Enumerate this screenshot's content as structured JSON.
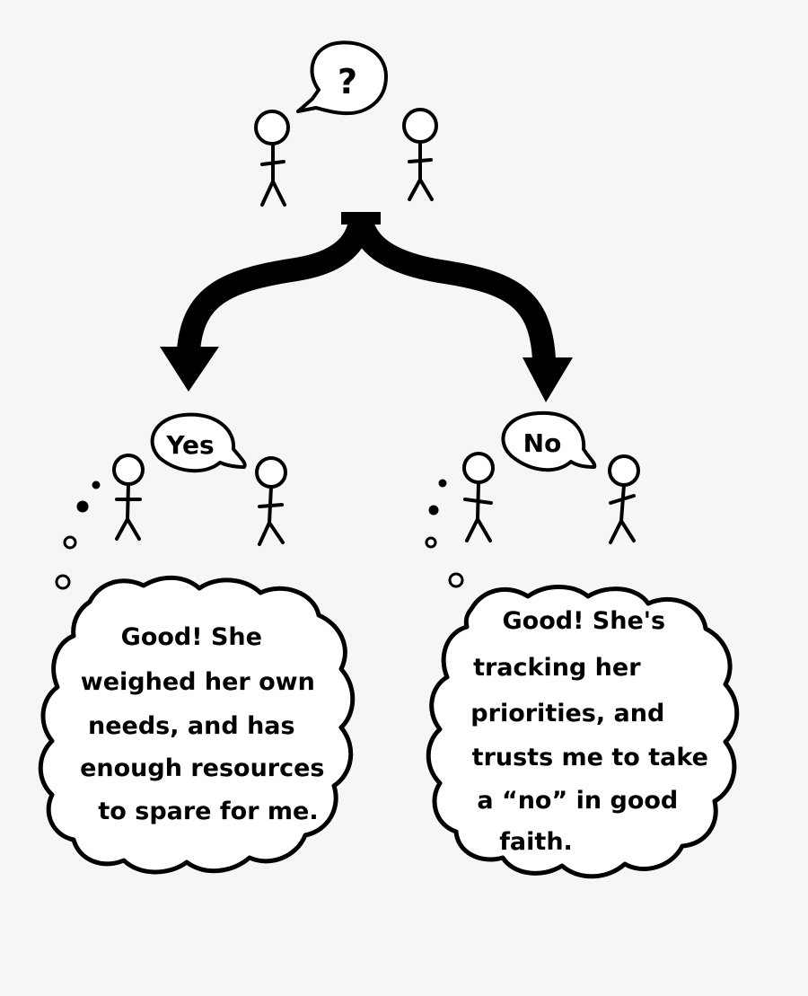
{
  "top": {
    "bubble_text": "?"
  },
  "left_branch": {
    "speech_text": "Yes",
    "thought_lines": [
      "Good! She",
      "weighed her own",
      "needs, and has",
      "enough resources",
      "to spare for me."
    ]
  },
  "right_branch": {
    "speech_text": "No",
    "thought_lines": [
      "Good! She's",
      "tracking her",
      "priorities, and",
      "trusts me to take",
      "a “no” in good",
      "faith."
    ]
  },
  "colors": {
    "ink": "#000000",
    "paper": "#ffffff",
    "background": "#f6f6f6"
  }
}
